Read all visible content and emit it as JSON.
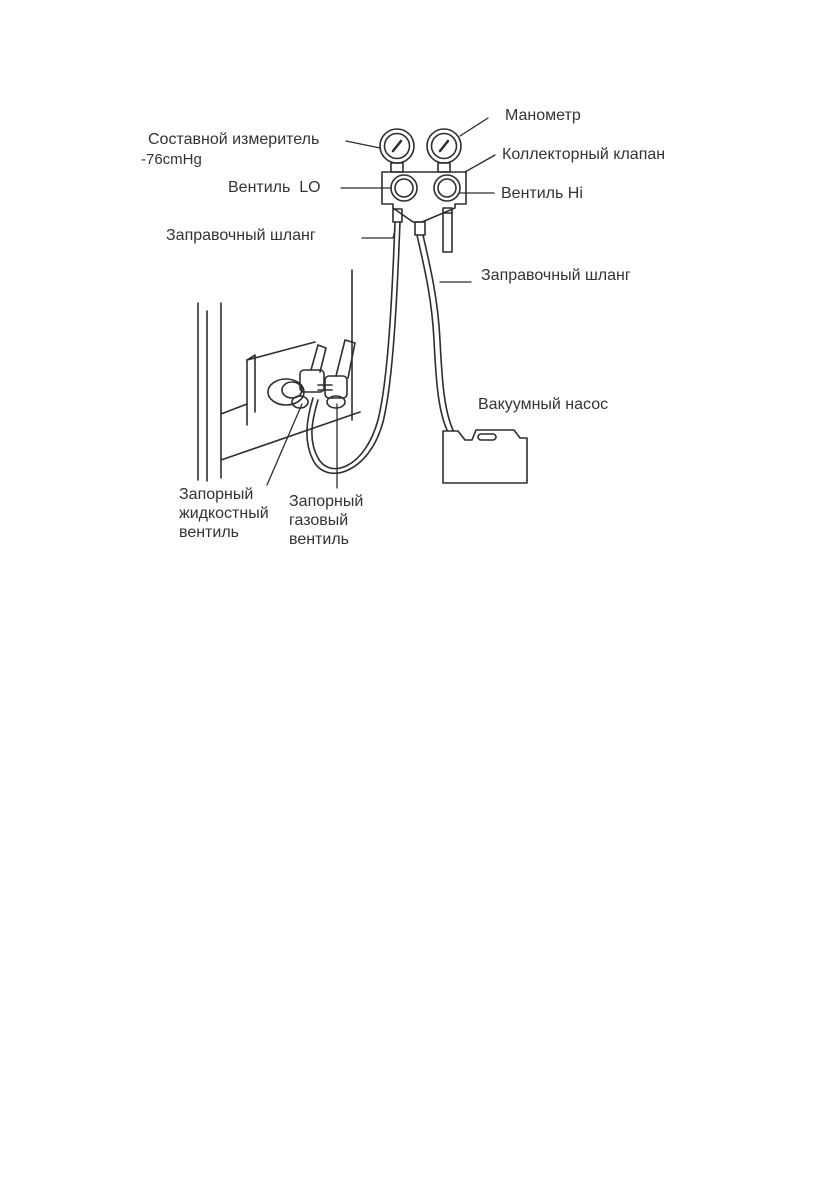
{
  "diagram": {
    "labels": {
      "compound_gauge": "Составной измеритель",
      "compound_gauge_value": "-76cmHg",
      "manometer": "Манометр",
      "manifold_valve": "Коллекторный клапан",
      "valve_lo": "Вентиль  LO",
      "valve_hi": "Вентиль Hi",
      "charging_hose_left": "Заправочный шланг",
      "charging_hose_right": "Заправочный шланг",
      "vacuum_pump": "Вакуумный насос",
      "liquid_valve": [
        "Запорный",
        "жидкостный",
        "вентиль"
      ],
      "gas_valve": [
        "Запорный",
        "газовый",
        "вентиль"
      ]
    },
    "colors": {
      "line": "#2e2e2e",
      "background": "#ffffff"
    }
  }
}
